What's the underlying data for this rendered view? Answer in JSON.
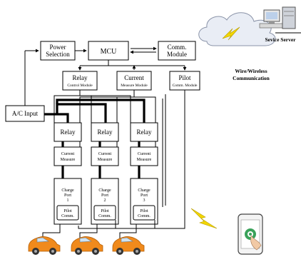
{
  "labels": {
    "power_selection": [
      "Power",
      "Selection"
    ],
    "mcu": "MCU",
    "comm_module": [
      "Comm.",
      "Module"
    ],
    "relay_control": [
      "Relay",
      "Control Module"
    ],
    "current_measure_module": [
      "Current",
      "Measure Module"
    ],
    "pilot_comm": [
      "Pilot",
      "Comm.   Module"
    ],
    "ac_input": "A/C Input",
    "wire_wireless": [
      "Wire/Wireless",
      "Communication"
    ],
    "service_server": "Sevice Server"
  },
  "channels": [
    {
      "relay": "Relay",
      "current": [
        "Current",
        "Measure"
      ],
      "port": [
        "Charge",
        "Port",
        "1"
      ],
      "pilot": [
        "Pilot",
        "Comm."
      ]
    },
    {
      "relay": "Relay",
      "current": [
        "Current",
        "Measure"
      ],
      "port": [
        "Charge",
        "Port",
        "2"
      ],
      "pilot": [
        "Pilot",
        "Comm."
      ]
    },
    {
      "relay": "Relay",
      "current": [
        "Current",
        "Measure"
      ],
      "port": [
        "Charge",
        "Port",
        "3"
      ],
      "pilot": [
        "Pilot",
        "Comm."
      ]
    }
  ],
  "colors": {
    "cloud": "#e9edf5",
    "lightning": "#f2d600",
    "car_body": "#f08a1c",
    "phone_screen": "#3aa25a"
  },
  "icons": [
    "cloud-icon",
    "computer-icon",
    "server-icon",
    "lightning-icon",
    "car-icon",
    "smartphone-icon"
  ]
}
